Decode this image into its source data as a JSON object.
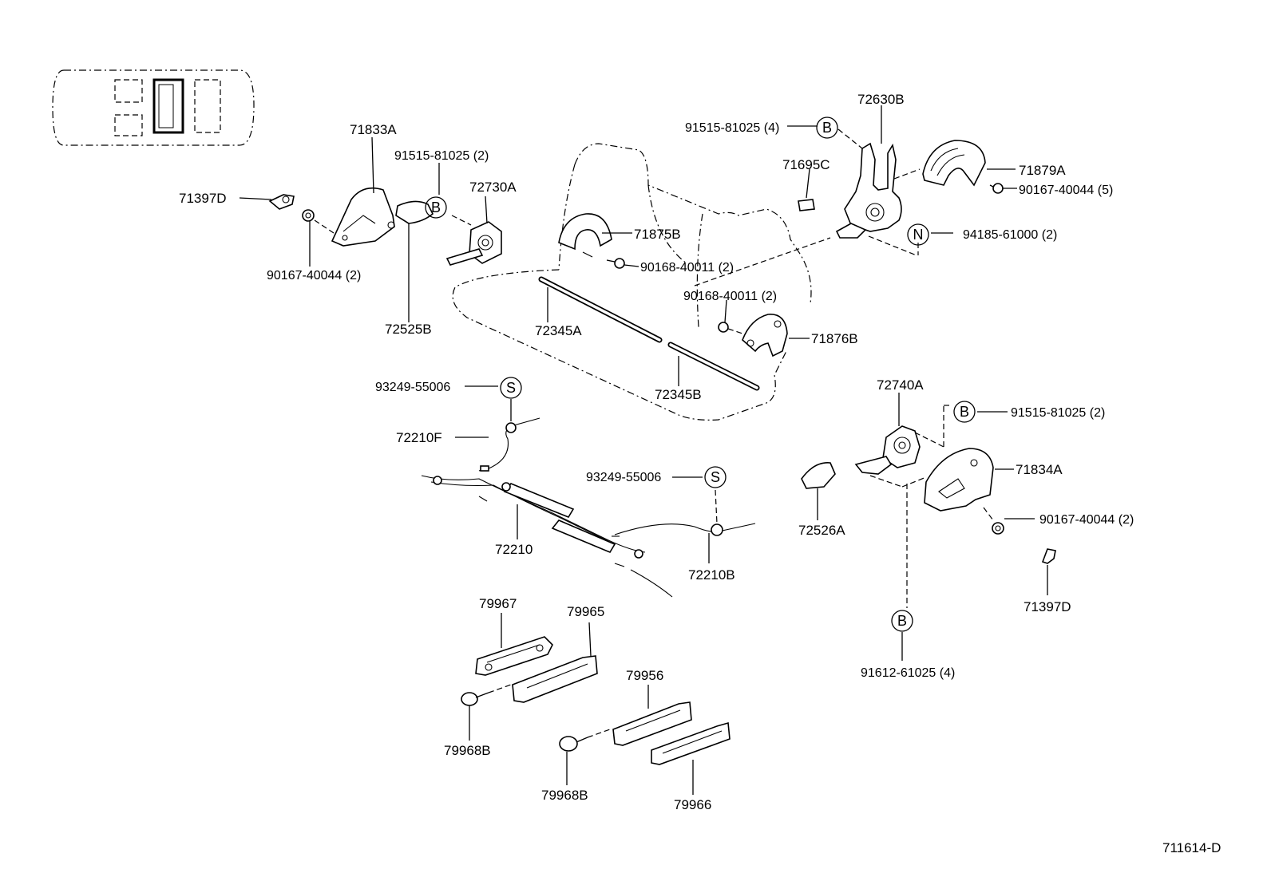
{
  "diagram_code": "711614-D",
  "labels": {
    "p71833A": "71833A",
    "p71397D_left": "71397D",
    "p90167_40044_left": "90167-40044 (2)",
    "p91515_81025_top_left": "91515-81025 (2)",
    "p72730A": "72730A",
    "p72525B": "72525B",
    "p71875B": "71875B",
    "p90168_40011_a": "90168-40011 (2)",
    "p72345A": "72345A",
    "p90168_40011_b": "90168-40011 (2)",
    "p71876B": "71876B",
    "p72345B": "72345B",
    "p72630B": "72630B",
    "p91515_81025_top_right": "91515-81025 (4)",
    "p71695C": "71695C",
    "p71879A": "71879A",
    "p90167_40044_right_top": "90167-40044 (5)",
    "p94185_61000": "94185-61000 (2)",
    "p93249_55006_a": "93249-55006",
    "p72210F": "72210F",
    "p93249_55006_b": "93249-55006",
    "p72210": "72210",
    "p72210B": "72210B",
    "p72740A": "72740A",
    "p91515_81025_mid_right": "91515-81025 (2)",
    "p71834A": "71834A",
    "p72526A": "72526A",
    "p90167_40044_right_bottom": "90167-40044 (2)",
    "p71397D_right": "71397D",
    "p91612_61025": "91612-61025 (4)",
    "p79967": "79967",
    "p79965": "79965",
    "p79956": "79956",
    "p79968B_left": "79968B",
    "p79968B_bottom": "79968B",
    "p79966": "79966"
  },
  "callouts": {
    "B1": "B",
    "B2": "B",
    "B3": "B",
    "B4": "B",
    "N": "N",
    "S1": "S",
    "S2": "S"
  }
}
